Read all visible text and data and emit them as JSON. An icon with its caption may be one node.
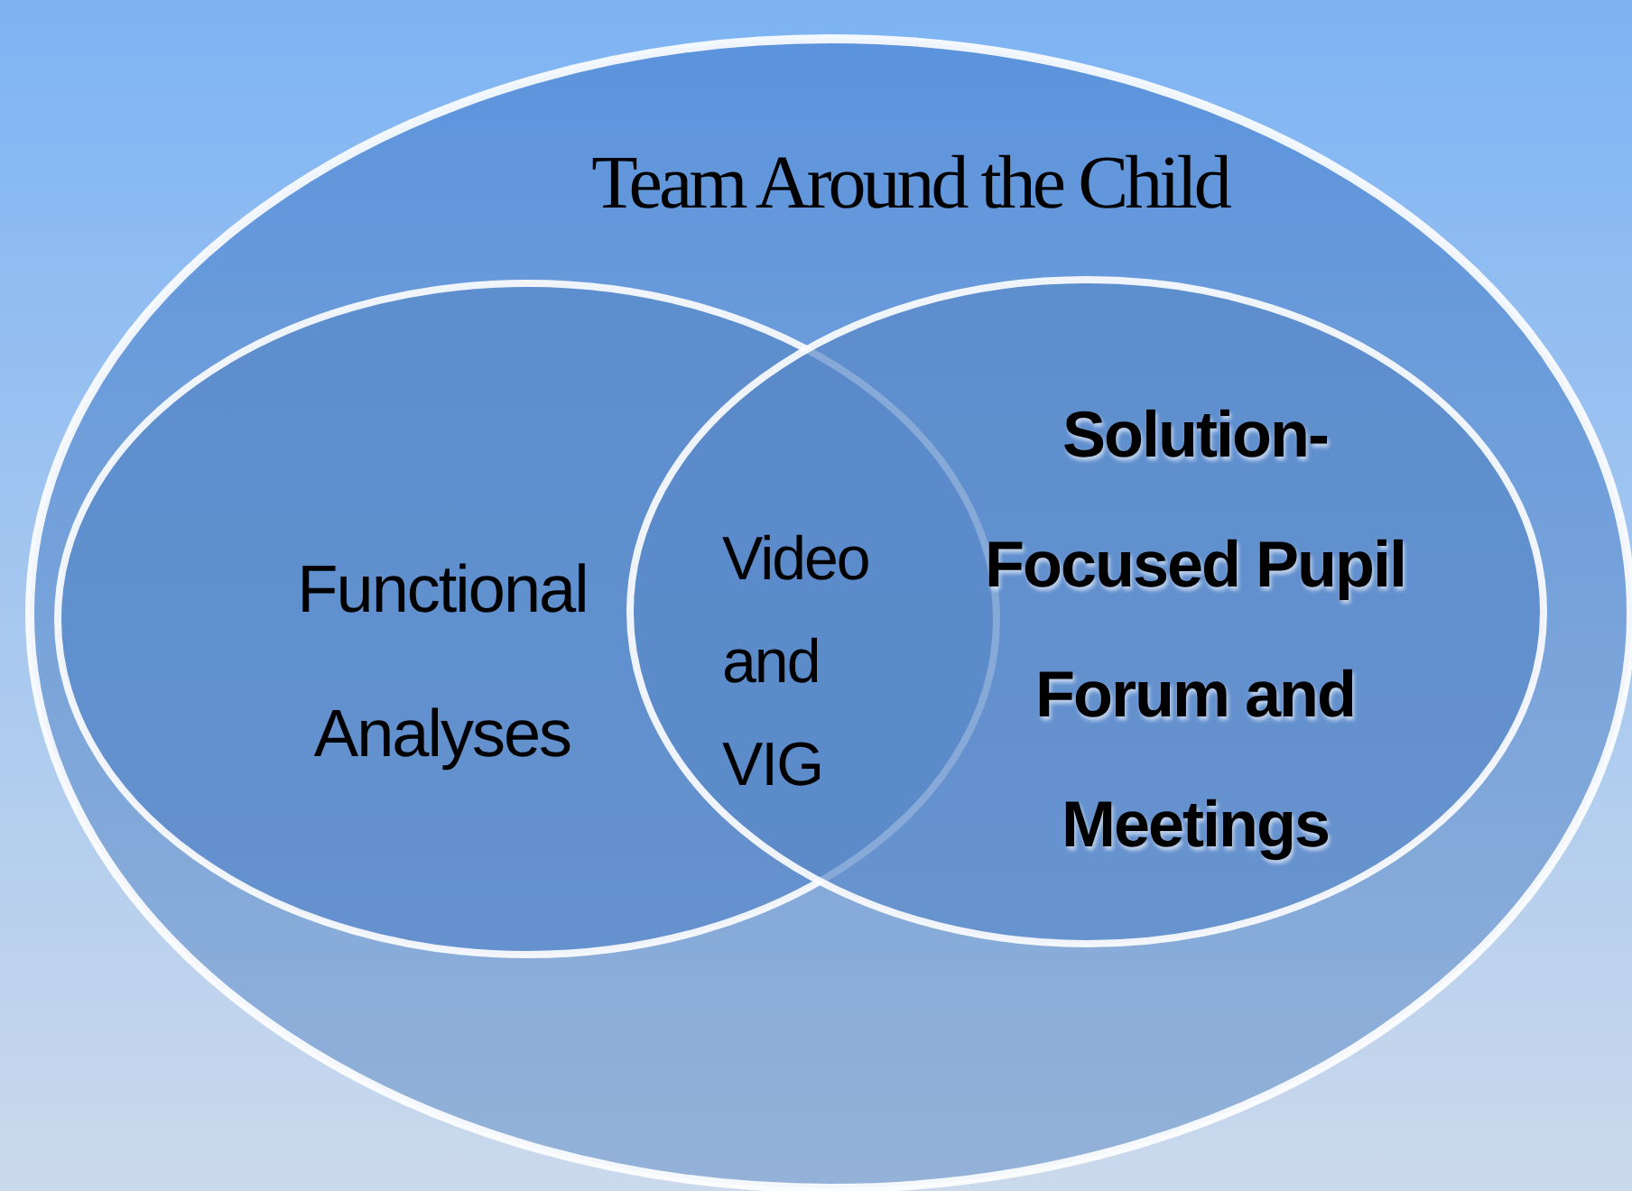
{
  "diagram": {
    "nodes": [
      {
        "text": [
          "Team Around the Child"
        ]
      },
      {
        "text": [
          "Functional Analyses"
        ],
        "in": 0
      },
      {
        "text": [
          "Solution- Focused Pupil Forum and Meetings"
        ],
        "in": 0
      }
    ],
    "labels": [
      "Video and VIG"
    ]
  }
}
